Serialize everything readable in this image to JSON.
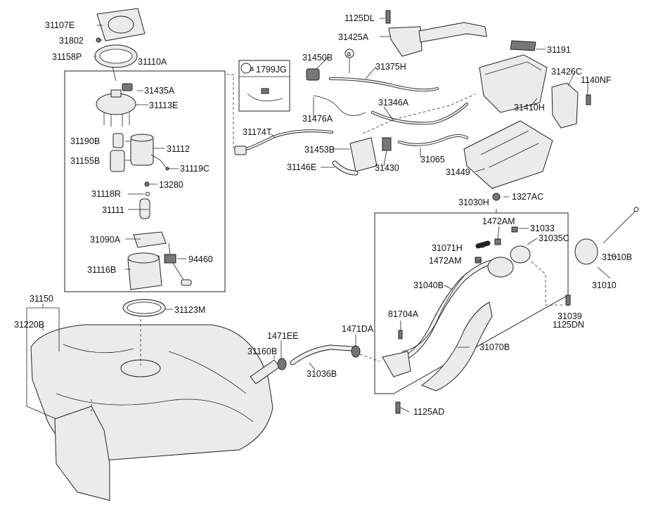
{
  "inset": {
    "marker": "a",
    "part_no": "1799JG"
  },
  "a_marker": "a",
  "labels": {
    "p31107E": "31107E",
    "p31802": "31802",
    "p31158P": "31158P",
    "p31110A": "31110A",
    "p31435A": "31435A",
    "p31113E": "31113E",
    "p31190B": "31190B",
    "p31112": "31112",
    "p31155B": "31155B",
    "p31119C": "31119C",
    "p13280": "13280",
    "p31118R": "31118R",
    "p31111": "31111",
    "p31090A": "31090A",
    "p94460": "94460",
    "p31116B": "31116B",
    "p1125DL": "1125DL",
    "p31425A": "31425A",
    "p31191": "31191",
    "p31450B": "31450B",
    "p31375H": "31375H",
    "p31426C": "31426C",
    "p1140NF": "1140NF",
    "p31410H": "31410H",
    "p31476A": "31476A",
    "p31346A": "31346A",
    "p31174T": "31174T",
    "p31453B": "31453B",
    "p31146E": "31146E",
    "p31430": "31430",
    "p31065": "31065",
    "p31449": "31449",
    "p1327AC": "1327AC",
    "p31030H": "31030H",
    "p1472AM_a": "1472AM",
    "p31033": "31033",
    "p31071H": "31071H",
    "p31035C": "31035C",
    "p1472AM_b": "1472AM",
    "p31010B": "31010B",
    "p31010": "31010",
    "p31040B": "31040B",
    "p31039": "31039",
    "p1125DN": "1125DN",
    "p81704A": "81704A",
    "p31070B": "31070B",
    "p1125AD": "1125AD",
    "p31150": "31150",
    "p31220B": "31220B",
    "p31123M": "31123M",
    "p1471EE": "1471EE",
    "p1471DA": "1471DA",
    "p31160B": "31160B",
    "p31036B": "31036B"
  }
}
